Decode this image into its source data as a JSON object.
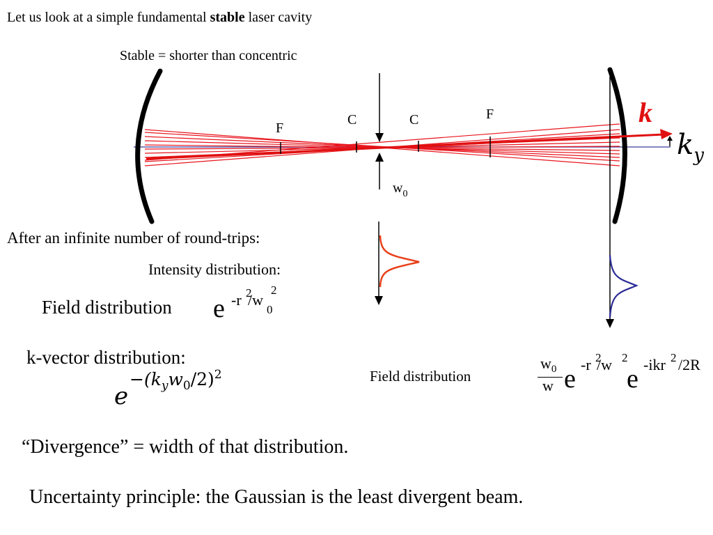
{
  "title": {
    "prefix": "Let us look at a simple fundamental ",
    "bold": "stable",
    "suffix": " laser cavity"
  },
  "stable_note": "Stable = shorter than concentric",
  "diagram": {
    "focus_left": "F",
    "center_left": "C",
    "center_right": "C",
    "focus_right": "F",
    "waist_label": "w",
    "waist_sub": "0",
    "k_label": "k",
    "ky_label": "k",
    "ky_sub": "y"
  },
  "after_roundtrips": "After an infinite number of round-trips:",
  "intensity_label": "Intensity distribution:",
  "field_left": {
    "label": "Field distribution",
    "e": "e",
    "exp": "-r",
    "exp_sup": "2",
    "slash": "/w",
    "w_sub": "0",
    "w_sup": "2"
  },
  "kvector": {
    "label": "k-vector distribution:",
    "e": "e",
    "exp": "−(k",
    "exp_sub": "y",
    "exp_w": "w",
    "exp_w_sub": "0",
    "exp_tail": "/2)",
    "exp_sup": "2"
  },
  "field_right": {
    "label": "Field distribution",
    "num": "w",
    "num_sub": "0",
    "den": "w",
    "e1": "e",
    "exp1": "-r",
    "exp1_sup": "2",
    "exp1_tail": "/w",
    "exp1_tail_sup": "2",
    "e2": "e",
    "exp2": "-ikr",
    "exp2_sup": "2",
    "exp2_tail": "/2R"
  },
  "divergence": "“Divergence” = width of that distribution.",
  "uncertainty": "Uncertainty principle: the Gaussian is the least divergent beam.",
  "colors": {
    "ray_red": "#e8141c",
    "axis_blue": "#3a3a9a",
    "intensity_orange": "#e8401a",
    "far_field_blue": "#2a2a96",
    "k_red": "#e01010"
  }
}
